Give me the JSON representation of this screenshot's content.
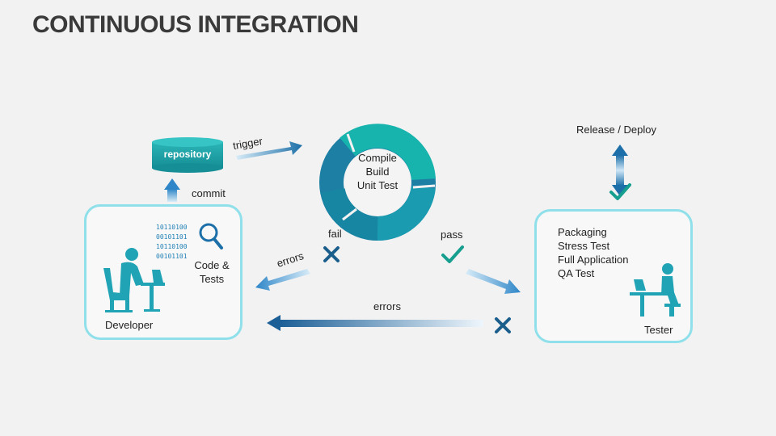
{
  "title": "CONTINUOUS INTEGRATION",
  "repository": {
    "label": "repository"
  },
  "cycle": {
    "lines": [
      "Compile",
      "Build",
      "Unit Test"
    ]
  },
  "labels": {
    "trigger": "trigger",
    "commit": "commit",
    "fail": "fail",
    "pass": "pass",
    "errors_upper": "errors",
    "errors_lower": "errors",
    "release": "Release / Deploy",
    "code_tests": [
      "Code &",
      "Tests"
    ]
  },
  "developer": {
    "label": "Developer",
    "binary": [
      "10110100",
      "00101101",
      "10110100",
      "00101101"
    ]
  },
  "tester": {
    "label": "Tester",
    "steps": [
      "Packaging",
      "Stress Test",
      "Full Application",
      "QA Test"
    ]
  },
  "colors": {
    "teal": "#1aa6a6",
    "blue": "#1c6fa8",
    "card_border": "#8fe0ea",
    "title": "#3a3a3a"
  },
  "icons": [
    "repository-cylinder-icon",
    "cycle-ring-icon",
    "developer-icon",
    "tester-icon",
    "magnifier-icon",
    "check-icon",
    "cross-icon"
  ]
}
